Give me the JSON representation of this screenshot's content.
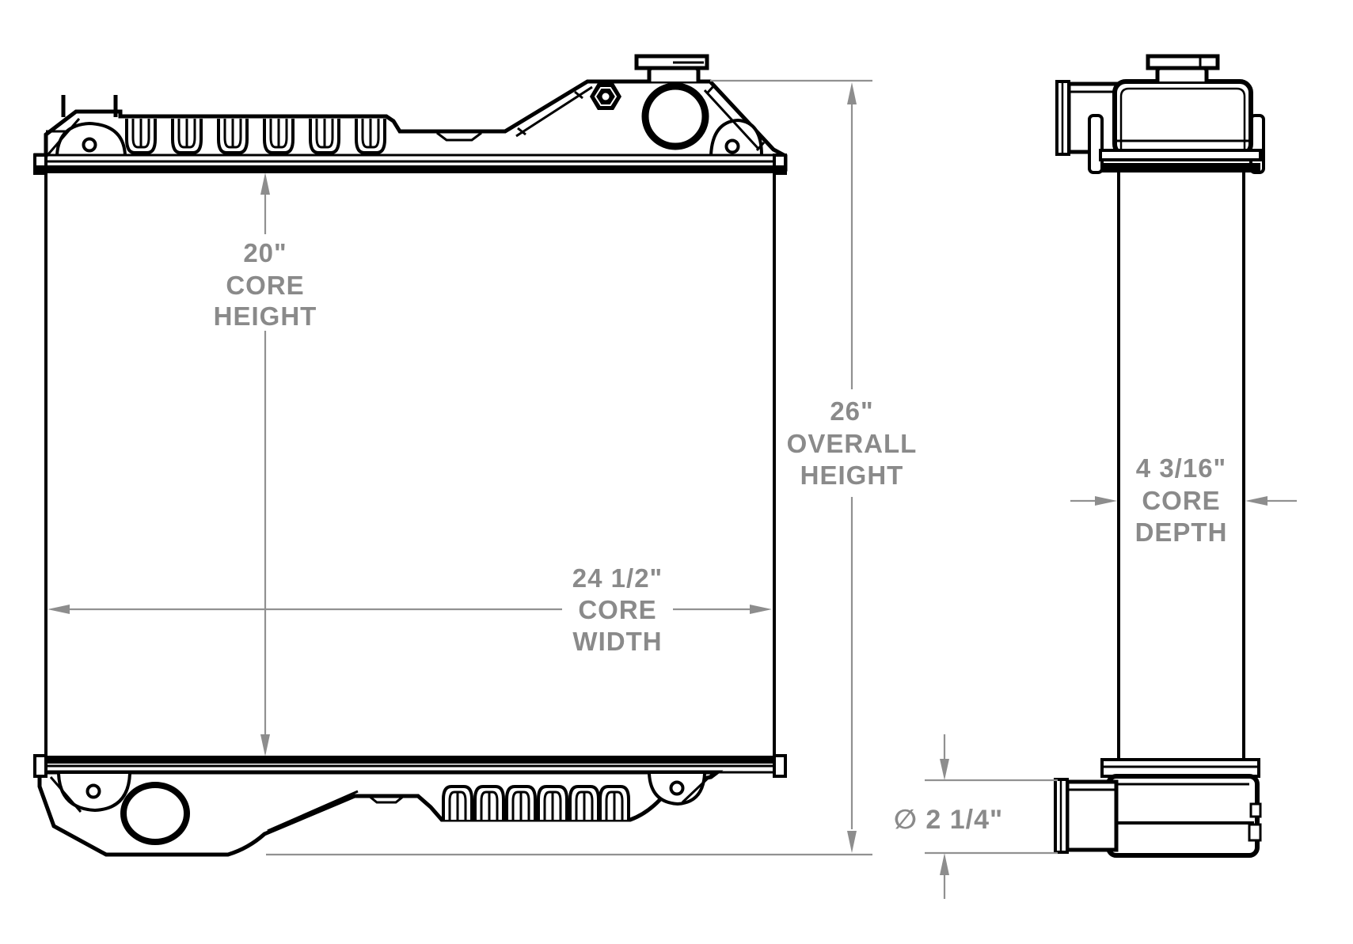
{
  "diagram": {
    "dimensions": {
      "core_height": {
        "value": "20\"",
        "line1": "CORE",
        "line2": "HEIGHT"
      },
      "overall_height": {
        "value": "26\"",
        "line1": "OVERALL",
        "line2": "HEIGHT"
      },
      "core_width": {
        "value": "24 1/2\"",
        "line1": "CORE",
        "line2": "WIDTH"
      },
      "core_depth": {
        "value": "4 3/16\"",
        "line1": "CORE",
        "line2": "DEPTH"
      },
      "outlet_diameter": {
        "value": "∅ 2 1/4\""
      }
    },
    "colors": {
      "drawing": "#000000",
      "dimension_gray": "#8d8d8d",
      "background": "#ffffff"
    }
  }
}
